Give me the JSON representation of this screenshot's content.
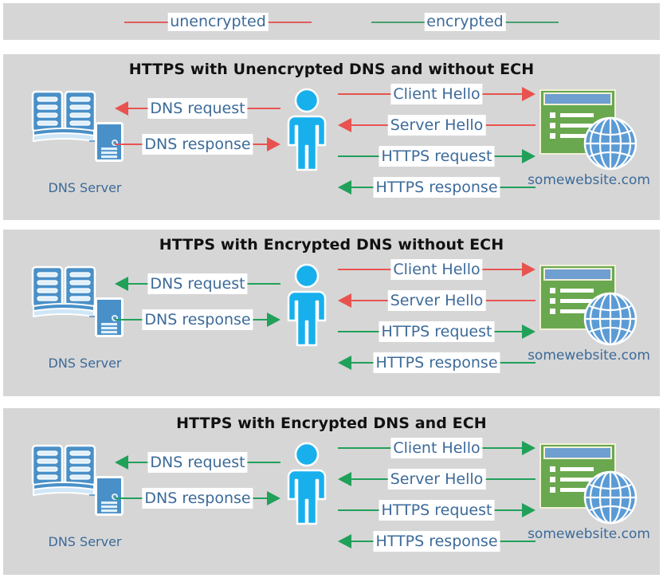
{
  "legend": {
    "items": [
      {
        "label": "unencrypted",
        "color": "#e05c5c",
        "name": "legend-unencrypted"
      },
      {
        "label": "encrypted",
        "color": "#46a06e",
        "name": "legend-encrypted"
      }
    ]
  },
  "colors": {
    "panel_background": "#d6d6d6",
    "page_background": "#ffffff",
    "unencrypted_red": "#e8534f",
    "encrypted_green": "#21a05a",
    "label_text_blue": "#3c6a99",
    "person_blue": "#17b0ed",
    "icon_blue": "#4a90c8",
    "website_green": "#6aa84f",
    "title_black": "#111111"
  },
  "nodes": {
    "dns_server_label": "DNS Server",
    "website_label": "somewebsite.com",
    "dns_server_icon": "book-and-server-rack",
    "user_icon": "person",
    "website_icon": "browser-window-with-globe"
  },
  "panels": [
    {
      "id": "panel-1",
      "title": "HTTPS with Unencrypted DNS and without ECH",
      "dns_flows": [
        {
          "label": "DNS request",
          "direction": "left",
          "encrypted": false
        },
        {
          "label": "DNS response",
          "direction": "right",
          "encrypted": false
        }
      ],
      "web_flows": [
        {
          "label": "Client Hello",
          "direction": "right",
          "encrypted": false
        },
        {
          "label": "Server Hello",
          "direction": "left",
          "encrypted": false
        },
        {
          "label": "HTTPS request",
          "direction": "right",
          "encrypted": true
        },
        {
          "label": "HTTPS response",
          "direction": "left",
          "encrypted": true
        }
      ]
    },
    {
      "id": "panel-2",
      "title": "HTTPS with Encrypted DNS without ECH",
      "dns_flows": [
        {
          "label": "DNS request",
          "direction": "left",
          "encrypted": true
        },
        {
          "label": "DNS response",
          "direction": "right",
          "encrypted": true
        }
      ],
      "web_flows": [
        {
          "label": "Client Hello",
          "direction": "right",
          "encrypted": false
        },
        {
          "label": "Server Hello",
          "direction": "left",
          "encrypted": false
        },
        {
          "label": "HTTPS request",
          "direction": "right",
          "encrypted": true
        },
        {
          "label": "HTTPS response",
          "direction": "left",
          "encrypted": true
        }
      ]
    },
    {
      "id": "panel-3",
      "title": "HTTPS with Encrypted DNS and ECH",
      "dns_flows": [
        {
          "label": "DNS request",
          "direction": "left",
          "encrypted": true
        },
        {
          "label": "DNS response",
          "direction": "right",
          "encrypted": true
        }
      ],
      "web_flows": [
        {
          "label": "Client Hello",
          "direction": "right",
          "encrypted": true
        },
        {
          "label": "Server Hello",
          "direction": "left",
          "encrypted": true
        },
        {
          "label": "HTTPS request",
          "direction": "right",
          "encrypted": true
        },
        {
          "label": "HTTPS response",
          "direction": "left",
          "encrypted": true
        }
      ]
    }
  ]
}
